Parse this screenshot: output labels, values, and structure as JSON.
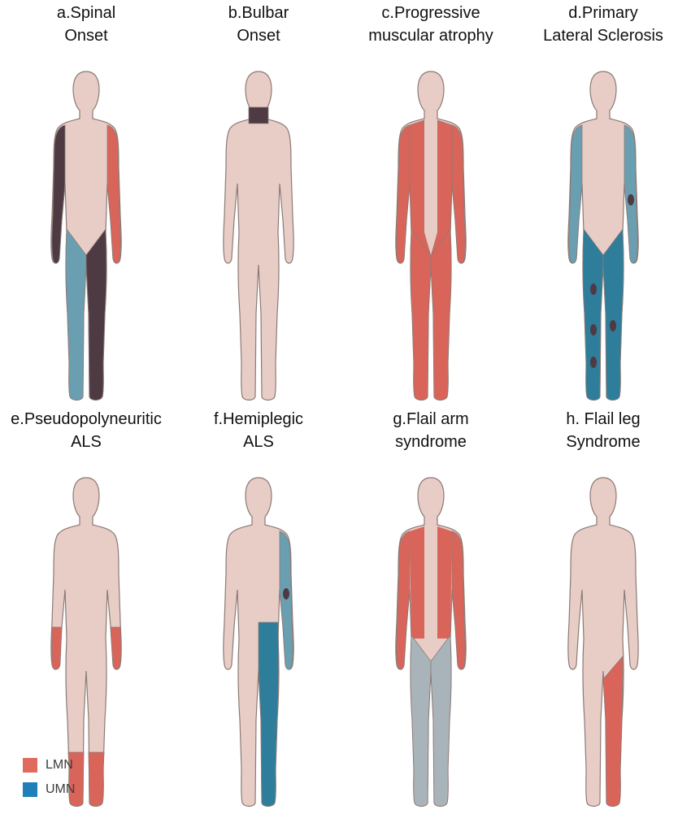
{
  "colors": {
    "skin": "#e8cdc6",
    "outline": "#8c7a75",
    "lmn": "#d9655a",
    "umn": "#2e7d9b",
    "umn_light": "#6a9fb2",
    "dark": "#4e3a42",
    "grey": "#a9b4ba"
  },
  "panels": [
    {
      "id": "a",
      "caption": [
        "a.Spinal",
        "Onset"
      ]
    },
    {
      "id": "b",
      "caption": [
        "b.Bulbar",
        "Onset"
      ]
    },
    {
      "id": "c",
      "caption": [
        "c.Progressive",
        "muscular atrophy"
      ]
    },
    {
      "id": "d",
      "caption": [
        "d.Primary",
        "Lateral Sclerosis"
      ]
    },
    {
      "id": "e",
      "caption": [
        "e.Pseudopolyneuritic",
        "ALS"
      ]
    },
    {
      "id": "f",
      "caption": [
        "f.Hemiplegic",
        "ALS"
      ]
    },
    {
      "id": "g",
      "caption": [
        "g.Flail arm",
        "syndrome"
      ]
    },
    {
      "id": "h",
      "caption": [
        "h. Flail leg",
        "Syndrome"
      ]
    }
  ],
  "legend": {
    "lmn_label": "LMN",
    "umn_label": "UMN"
  }
}
